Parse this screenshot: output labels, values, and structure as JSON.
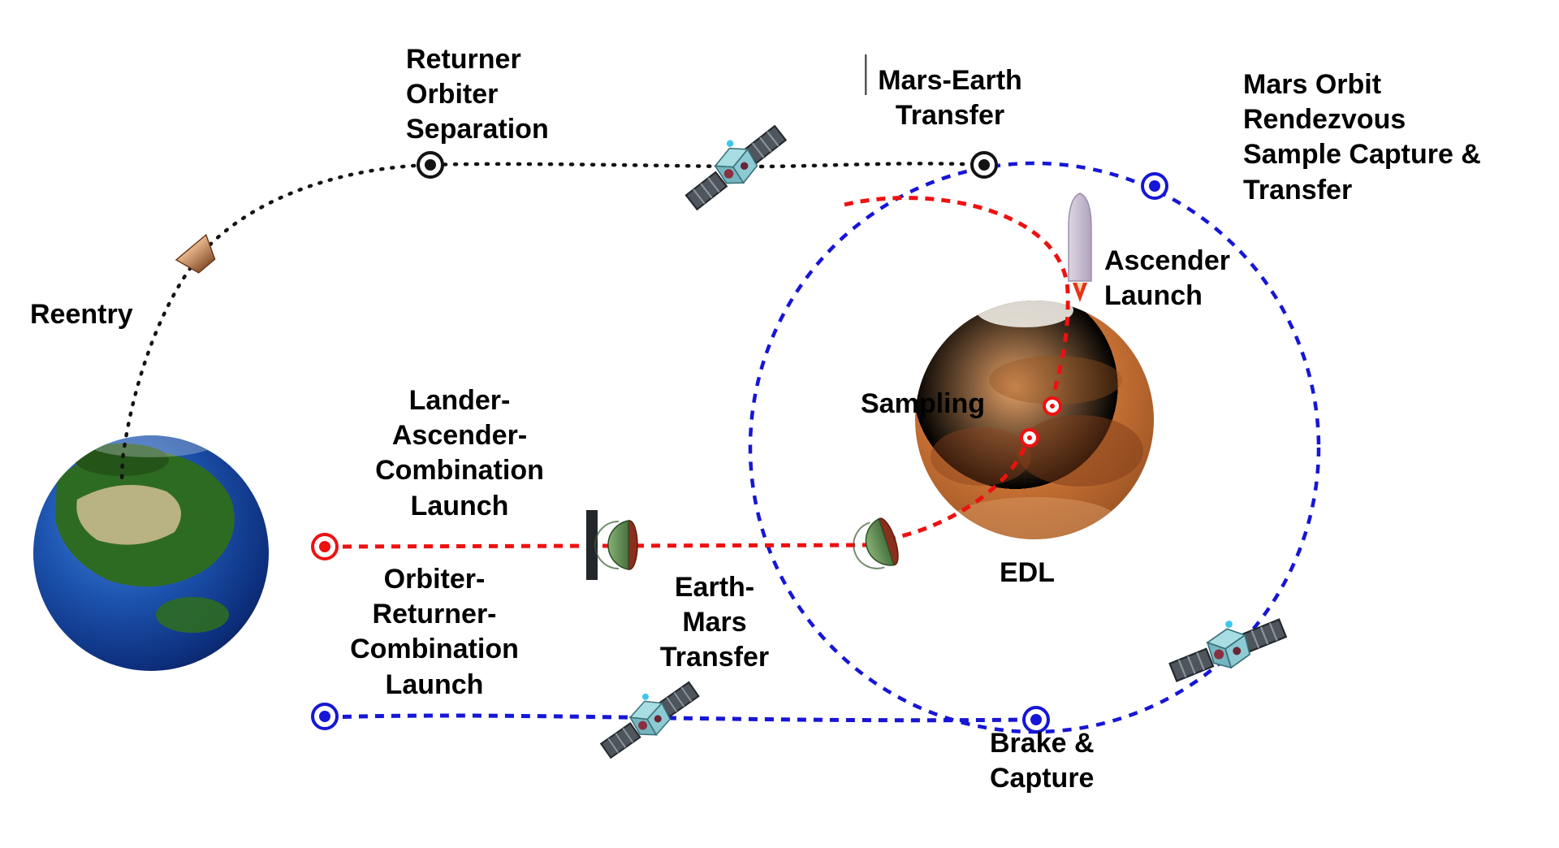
{
  "diagram": {
    "labels": {
      "reentry": "Reentry",
      "returner_orbiter_separation": "Returner\nOrbiter\nSeparation",
      "mars_earth_transfer": "Mars-Earth\nTransfer",
      "mars_orbit_rendezvous": "Mars Orbit\nRendezvous\nSample Capture &\nTransfer",
      "ascender_launch": "Ascender\nLaunch",
      "sampling": "Sampling",
      "lander_ascender_launch": "Lander-\nAscender-\nCombination\nLaunch",
      "orbiter_returner_launch": "Orbiter-\nReturner-\nCombination\nLaunch",
      "earth_mars_transfer": "Earth-\nMars\nTransfer",
      "edl": "EDL",
      "brake_capture": "Brake &\nCapture"
    },
    "colors": {
      "earth_return_path": "#141414",
      "mars_transfer_path": "#1616d6",
      "lander_ascender_path": "#ee1111",
      "text": "#000000"
    }
  }
}
